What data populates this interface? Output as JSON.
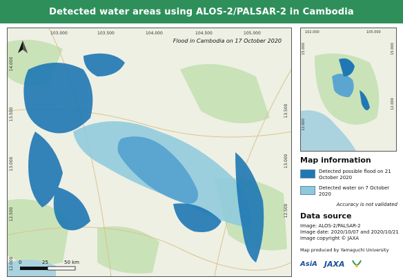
{
  "title": "Detected water areas using ALOS-2/PALSAR-2 in Cambodia",
  "main_map": {
    "subtitle": "Flood in Cambodia on 17 October 2020",
    "top_ticks": [
      "103.000",
      "103.500",
      "104.000",
      "104.500",
      "105.000"
    ],
    "left_ticks": [
      "14.000",
      "13.500",
      "13.000",
      "12.500",
      "12.000"
    ],
    "right_ticks": [
      "13.500",
      "13.000",
      "12.500"
    ],
    "scale": {
      "zero": "0",
      "mid": "25",
      "end": "50 km"
    },
    "north_arrow": "north-arrow-icon"
  },
  "inset_map": {
    "top_ticks": [
      "102.000",
      "105.000"
    ],
    "left_ticks": [
      "15.000",
      "12.000"
    ],
    "right_ticks": [
      "15.000",
      "12.000"
    ]
  },
  "legend": {
    "heading": "Map information",
    "items": [
      {
        "label": "Detected possible flood on 21 October 2020",
        "color": "#1f78b4"
      },
      {
        "label": "Detected water on 7 October 2020",
        "color": "#8cc9dd"
      }
    ],
    "note": "Accuracy is not validated"
  },
  "data_source": {
    "heading": "Data source",
    "lines": [
      "Image: ALOS-2/PALSAR-2",
      "Image date: 2020/10/07 and 2020/10/21",
      "Image copyright © JAXA"
    ],
    "produced_by": "Map produced by Yamaguchi University"
  },
  "logos": [
    "AsiA",
    "JAXA"
  ],
  "colors": {
    "title_bar": "#2f8f5b",
    "flood": "#1f78b4",
    "water": "#8cc9dd",
    "land": "#eef0e4",
    "forest": "#c9e2b8"
  }
}
